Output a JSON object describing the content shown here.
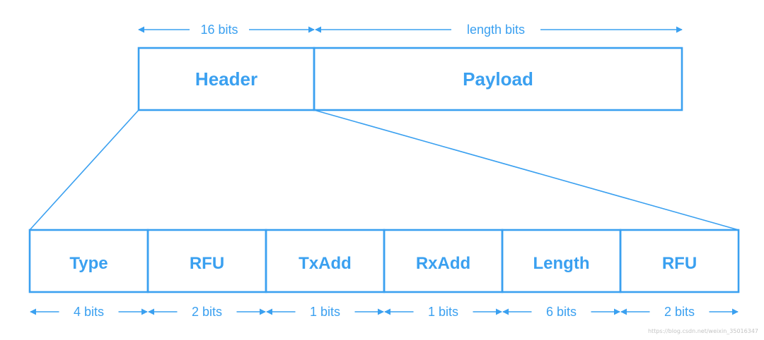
{
  "colors": {
    "accent": "#3aa0f0"
  },
  "packet": {
    "header_width": "16 bits",
    "payload_width": "length bits",
    "header_label": "Header",
    "payload_label": "Payload"
  },
  "header_fields": [
    {
      "name": "Type",
      "bits": "4 bits"
    },
    {
      "name": "RFU",
      "bits": "2 bits"
    },
    {
      "name": "TxAdd",
      "bits": "1 bits"
    },
    {
      "name": "RxAdd",
      "bits": "1 bits"
    },
    {
      "name": "Length",
      "bits": "6 bits"
    },
    {
      "name": "RFU",
      "bits": "2 bits"
    }
  ],
  "watermark": "https://blog.csdn.net/weixin_35016347"
}
